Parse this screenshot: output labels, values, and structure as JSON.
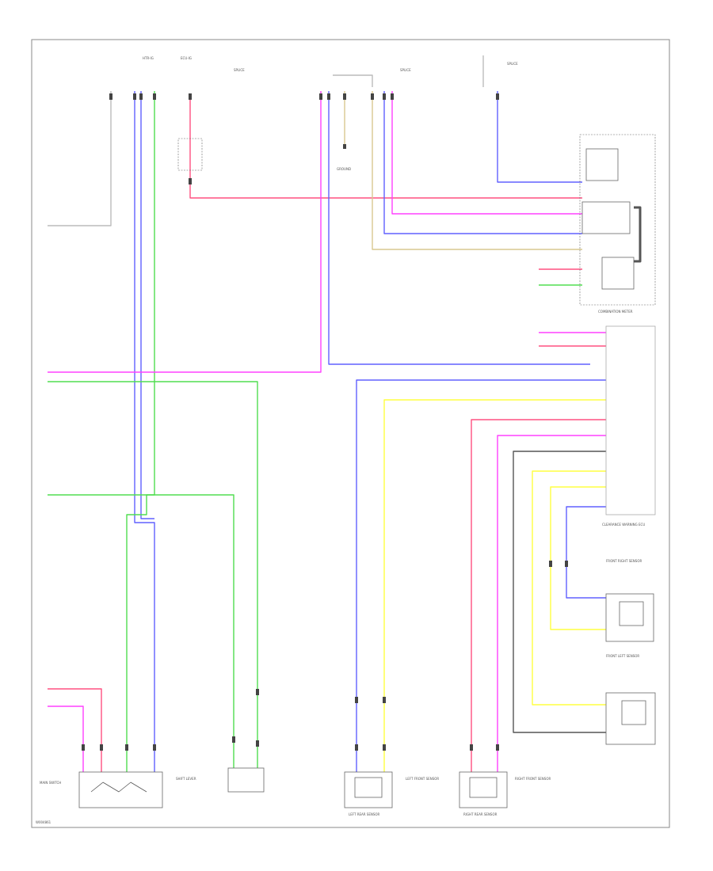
{
  "colors": {
    "blue": "#6060ff",
    "pink": "#ff40ff",
    "red": "#ff5080",
    "green": "#50dd50",
    "yellow": "#ffff40",
    "tan": "#d8c890",
    "black": "#555555",
    "gray": "#bbbbbb",
    "ltblue": "#a0a0ff"
  },
  "labels": {
    "top_fuse_1": "HTR-IG",
    "top_fuse_2": "ECU-IG",
    "splice_1": "SPLICE",
    "splice_2": "SPLICE",
    "splice_3": "SPLICE",
    "ground_label": "GROUND",
    "combination_meter": "COMBINATION METER",
    "clearance_sonar_ecu": "CLEARANCE WARNING ECU",
    "front_right_sensor": "FRONT RIGHT SENSOR",
    "front_left_sensor": "FRONT LEFT SENSOR",
    "right_rear_sensor": "RIGHT REAR SENSOR",
    "left_rear_sensor": "LEFT REAR SENSOR",
    "right_front_sensor": "RIGHT FRONT SENSOR",
    "left_front_sensor": "LEFT FRONT SENSOR",
    "main_switch": "MAIN SWITCH",
    "shift_lever": "SHIFT LEVER",
    "footer_code": "W004861"
  }
}
